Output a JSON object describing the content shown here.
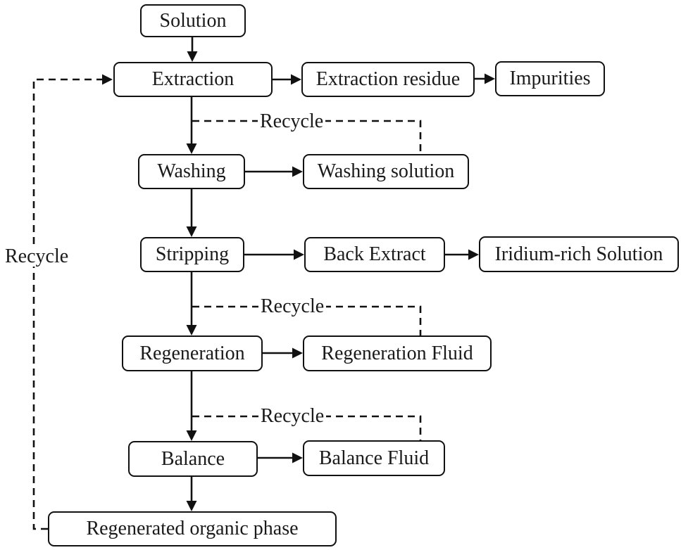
{
  "diagram": {
    "type": "flowchart",
    "colors": {
      "line": "#111111",
      "box_fill": "#ffffff",
      "background": "#ffffff",
      "text": "#1a1a1a"
    },
    "nodes": {
      "solution": {
        "label": "Solution"
      },
      "extraction": {
        "label": "Extraction"
      },
      "extraction_residue": {
        "label": "Extraction residue"
      },
      "impurities": {
        "label": "Impurities"
      },
      "washing": {
        "label": "Washing"
      },
      "washing_solution": {
        "label": "Washing solution"
      },
      "stripping": {
        "label": "Stripping"
      },
      "back_extract": {
        "label": "Back Extract"
      },
      "iridium_rich_solution": {
        "label": "Iridium-rich Solution"
      },
      "regeneration": {
        "label": "Regeneration"
      },
      "regeneration_fluid": {
        "label": "Regeneration Fluid"
      },
      "balance": {
        "label": "Balance"
      },
      "balance_fluid": {
        "label": "Balance Fluid"
      },
      "regenerated_organic_phase": {
        "label": "Regenerated organic phase"
      }
    },
    "edge_labels": {
      "recycle_washing": {
        "label": "Recycle"
      },
      "recycle_regeneration": {
        "label": "Recycle"
      },
      "recycle_balance": {
        "label": "Recycle"
      },
      "recycle_left": {
        "label": "Recycle"
      }
    },
    "edges": [
      {
        "from": "solution",
        "to": "extraction",
        "style": "solid"
      },
      {
        "from": "extraction",
        "to": "extraction_residue",
        "style": "solid"
      },
      {
        "from": "extraction_residue",
        "to": "impurities",
        "style": "solid"
      },
      {
        "from": "extraction",
        "to": "washing",
        "style": "solid"
      },
      {
        "from": "washing",
        "to": "washing_solution",
        "style": "solid"
      },
      {
        "from": "washing",
        "to": "stripping",
        "style": "solid"
      },
      {
        "from": "stripping",
        "to": "back_extract",
        "style": "solid"
      },
      {
        "from": "back_extract",
        "to": "iridium_rich_solution",
        "style": "solid"
      },
      {
        "from": "stripping",
        "to": "regeneration",
        "style": "solid"
      },
      {
        "from": "regeneration",
        "to": "regeneration_fluid",
        "style": "solid"
      },
      {
        "from": "regeneration",
        "to": "balance",
        "style": "solid"
      },
      {
        "from": "balance",
        "to": "balance_fluid",
        "style": "solid"
      },
      {
        "from": "balance",
        "to": "regenerated_organic_phase",
        "style": "solid"
      },
      {
        "from": "extraction_washing_link",
        "to": "washing_solution",
        "style": "dashed",
        "label": "Recycle"
      },
      {
        "from": "stripping_regeneration_link",
        "to": "regeneration_fluid",
        "style": "dashed",
        "label": "Recycle"
      },
      {
        "from": "regeneration_balance_link",
        "to": "balance_fluid",
        "style": "dashed",
        "label": "Recycle"
      },
      {
        "from": "regenerated_organic_phase",
        "to": "extraction",
        "style": "dashed",
        "label": "Recycle"
      }
    ]
  }
}
